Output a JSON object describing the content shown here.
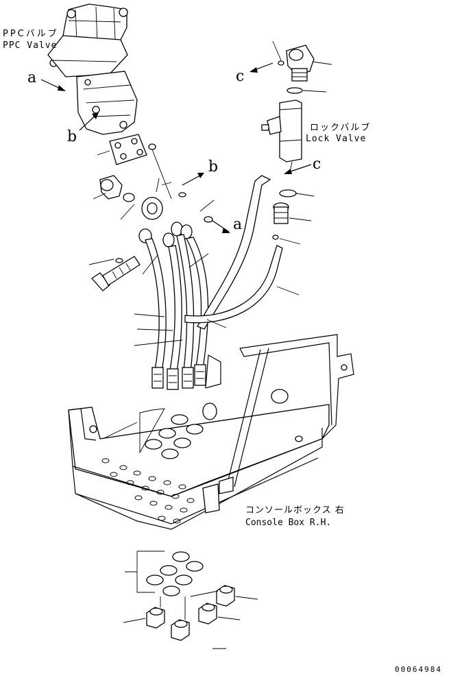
{
  "labels": {
    "ppc_valve_jp": "PPCバルブ",
    "ppc_valve_en": "PPC Valve",
    "lock_valve_jp": "ロックバルブ",
    "lock_valve_en": "Lock Valve",
    "console_box_jp": "コンソールボックス 右",
    "console_box_en": "Console Box R.H.",
    "ref_a": "a",
    "ref_b": "b",
    "ref_c": "c",
    "ref_a2": "a",
    "ref_b2": "b",
    "ref_c2": "c",
    "drawing_number": "00064984"
  }
}
